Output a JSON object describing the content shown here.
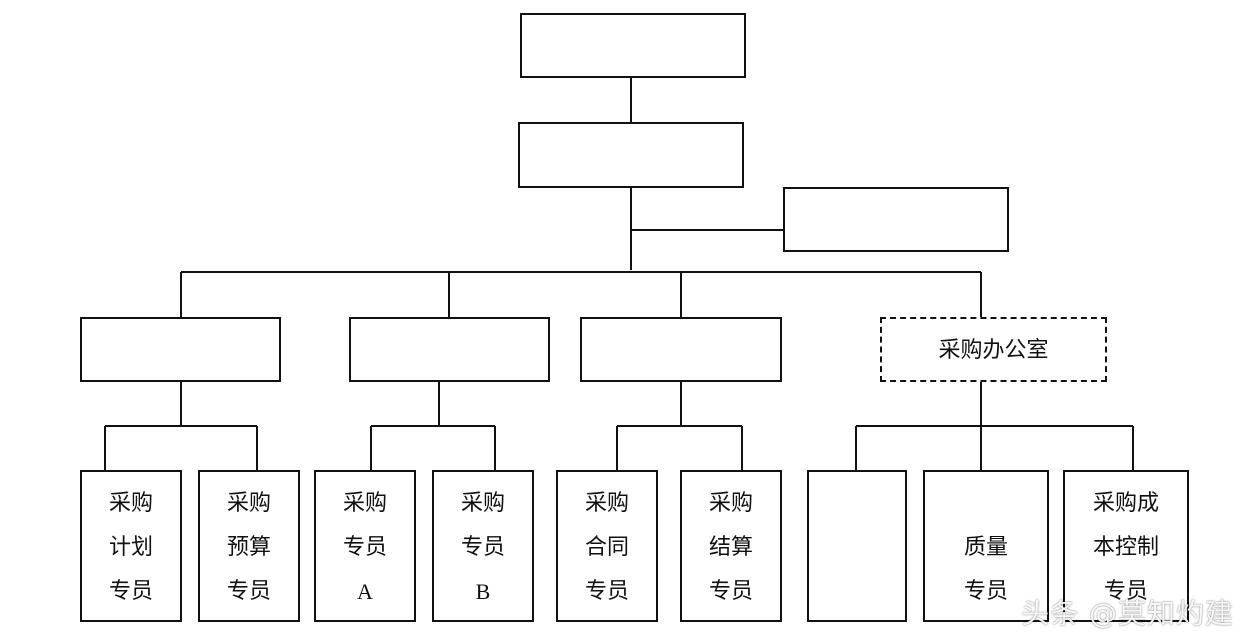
{
  "diagram": {
    "office_label": "采购办公室",
    "roles": {
      "planning": [
        "采购",
        "计划",
        "专员"
      ],
      "budget": [
        "采购",
        "预算",
        "专员"
      ],
      "specialist_a": [
        "采购",
        "专员",
        "A"
      ],
      "specialist_b": [
        "采购",
        "专员",
        "B"
      ],
      "contract": [
        "采购",
        "合同",
        "专员"
      ],
      "settlement": [
        "采购",
        "结算",
        "专员"
      ],
      "quality": [
        "质量",
        "专员"
      ],
      "cost_control": [
        "采购成",
        "本控制",
        "专员"
      ]
    }
  },
  "watermark": "头条 @莫知灼建",
  "colors": {
    "line": "#111111",
    "background": "#ffffff"
  }
}
